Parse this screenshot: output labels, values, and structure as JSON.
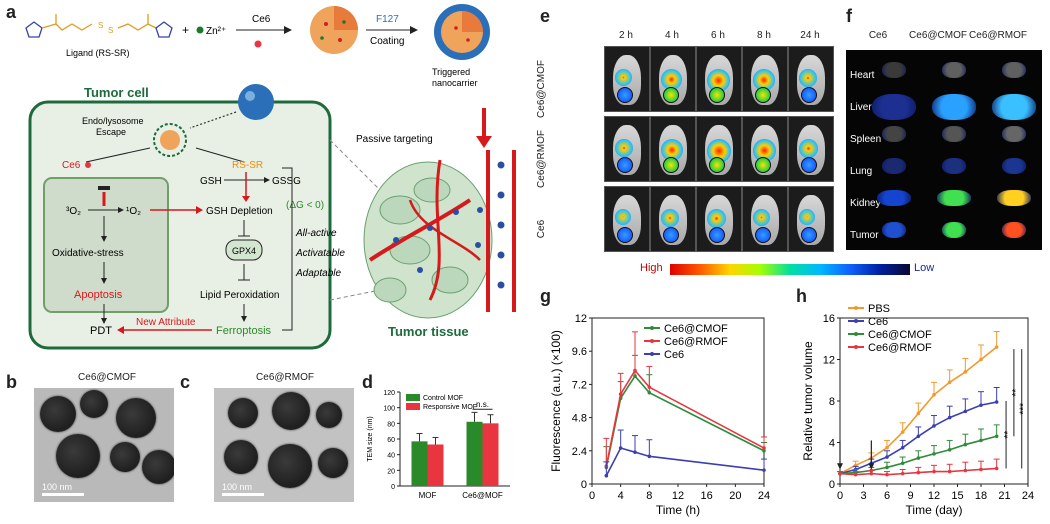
{
  "letters": {
    "a": "a",
    "b": "b",
    "c": "c",
    "d": "d",
    "e": "e",
    "f": "f",
    "g": "g",
    "h": "h"
  },
  "panel_a": {
    "ligand_label": "Ligand (RS-SR)",
    "plus": "+",
    "zn": "Zn²⁺",
    "ce6_arrow": "Ce6",
    "f127": "F127",
    "coating": "Coating",
    "triggered": "Triggered\nnanocarrier",
    "tumor_cell": "Tumor cell",
    "endo": "Endo/lysosome\nEscape",
    "ce6": "Ce6",
    "rssr": "RS-SR",
    "gsh": "GSH",
    "gssg": "GSSG",
    "delta_g": "(ΔG < 0)",
    "o2_3": "³O₂",
    "o2_1": "¹O₂",
    "gsh_depletion": "GSH Depletion",
    "gpx4": "GPX4",
    "oxidative": "Oxidative-stress",
    "apoptosis": "Apoptosis",
    "lipid": "Lipid Peroxidation",
    "all_active": "All-active",
    "activatable": "Activatable",
    "adaptable": "Adaptable",
    "pdt": "PDT",
    "new_attr": "New Attribute",
    "ferroptosis": "Ferroptosis",
    "passive": "Passive targeting",
    "tumor_tissue": "Tumor tissue"
  },
  "panel_b": {
    "title": "Ce6@CMOF",
    "scale": "100 nm"
  },
  "panel_c": {
    "title": "Ce6@RMOF",
    "scale": "100 nm"
  },
  "panel_e": {
    "times": [
      "2 h",
      "4 h",
      "6 h",
      "8 h",
      "24 h"
    ],
    "rows": [
      "Ce6@CMOF",
      "Ce6@RMOF",
      "Ce6"
    ],
    "cbar_high": "High",
    "cbar_low": "Low"
  },
  "panel_f": {
    "cols": [
      "Ce6",
      "Ce6@CMOF",
      "Ce6@RMOF"
    ],
    "organs": [
      "Heart",
      "Liver",
      "Spleen",
      "Lung",
      "Kidney",
      "Tumor"
    ]
  },
  "colors": {
    "cmof": "#2e8b3a",
    "rmof": "#e8353f",
    "ce6": "#3b3fb0",
    "pbs": "#f39a2b",
    "cell_border": "#1d6b3c",
    "red_text": "#d7191c",
    "orange_text": "#f08c00",
    "green_text": "#2a8a2a"
  },
  "chart_data": [
    {
      "id": "d",
      "type": "bar",
      "ylabel": "TEM size (nm)",
      "categories": [
        "MOF",
        "Ce6@MOF"
      ],
      "ylim": [
        0,
        120
      ],
      "yticks": [
        0,
        20,
        40,
        60,
        80,
        100,
        120
      ],
      "legend": [
        "Control MOF",
        "Responsive MOF"
      ],
      "series": [
        {
          "name": "Control MOF",
          "values": [
            57,
            82
          ],
          "errors": [
            10,
            12
          ],
          "color": "#2a8a2a"
        },
        {
          "name": "Responsive MOF",
          "values": [
            53,
            80
          ],
          "errors": [
            9,
            11
          ],
          "color": "#e8353f"
        }
      ],
      "annotation": "n.s."
    },
    {
      "id": "g",
      "type": "line",
      "xlabel": "Time (h)",
      "ylabel": "Fluorescence (a.u.) (×100)",
      "xlim": [
        0,
        24
      ],
      "ylim": [
        0,
        12
      ],
      "xticks": [
        0,
        4,
        8,
        12,
        16,
        20,
        24
      ],
      "yticks": [
        0,
        2.4,
        4.8,
        7.2,
        9.6,
        12.0
      ],
      "x": [
        2,
        4,
        6,
        8,
        24
      ],
      "series": [
        {
          "name": "Ce6@CMOF",
          "values": [
            1.2,
            6.2,
            7.8,
            6.6,
            2.4
          ],
          "errors": [
            1.5,
            1.2,
            1.5,
            1.3,
            0.6
          ],
          "color": "#2e8b3a"
        },
        {
          "name": "Ce6@RMOF",
          "values": [
            1.3,
            6.5,
            8.2,
            7.0,
            2.6
          ],
          "errors": [
            2.0,
            1.5,
            2.8,
            1.5,
            0.8
          ],
          "color": "#e8353f"
        },
        {
          "name": "Ce6",
          "values": [
            0.6,
            2.6,
            2.3,
            2.0,
            1.0
          ],
          "errors": [
            1.0,
            1.3,
            1.2,
            1.2,
            0.8
          ],
          "color": "#3b3fb0"
        }
      ]
    },
    {
      "id": "h",
      "type": "line",
      "xlabel": "Time (day)",
      "ylabel": "Relative tumor volume",
      "xlim": [
        0,
        24
      ],
      "ylim": [
        0,
        16
      ],
      "xticks": [
        0,
        3,
        6,
        9,
        12,
        15,
        18,
        21,
        24
      ],
      "yticks": [
        0,
        4,
        8,
        12,
        16
      ],
      "x": [
        0,
        2,
        4,
        6,
        8,
        10,
        12,
        14,
        16,
        18,
        20
      ],
      "series": [
        {
          "name": "PBS",
          "values": [
            1.0,
            1.8,
            2.5,
            3.5,
            5.0,
            6.8,
            8.6,
            9.8,
            10.8,
            12.0,
            13.2
          ],
          "errors": [
            0.2,
            0.4,
            0.5,
            0.7,
            0.9,
            1.0,
            1.2,
            1.2,
            1.3,
            1.4,
            1.5
          ],
          "color": "#f39a2b"
        },
        {
          "name": "Ce6",
          "values": [
            1.0,
            1.4,
            2.0,
            2.6,
            3.5,
            4.6,
            5.6,
            6.4,
            7.0,
            7.6,
            7.9
          ],
          "errors": [
            0.2,
            0.3,
            0.4,
            0.6,
            0.7,
            0.9,
            1.0,
            1.1,
            1.2,
            1.3,
            1.4
          ],
          "color": "#3b3fb0"
        },
        {
          "name": "Ce6@CMOF",
          "values": [
            1.0,
            1.1,
            1.3,
            1.6,
            2.0,
            2.5,
            2.9,
            3.3,
            3.8,
            4.2,
            4.6
          ],
          "errors": [
            0.2,
            0.3,
            0.3,
            0.5,
            0.6,
            0.7,
            0.8,
            0.9,
            1.0,
            1.1,
            1.1
          ],
          "color": "#2e8b3a"
        },
        {
          "name": "Ce6@RMOF",
          "values": [
            1.0,
            0.9,
            1.0,
            0.9,
            1.0,
            1.1,
            1.2,
            1.2,
            1.3,
            1.4,
            1.5
          ],
          "errors": [
            0.2,
            0.3,
            0.3,
            0.3,
            0.4,
            0.5,
            0.6,
            0.7,
            0.8,
            0.8,
            0.9
          ],
          "color": "#e8353f"
        }
      ],
      "arrows_at": [
        0,
        4
      ],
      "significance": [
        "**",
        "**",
        "***"
      ]
    }
  ]
}
